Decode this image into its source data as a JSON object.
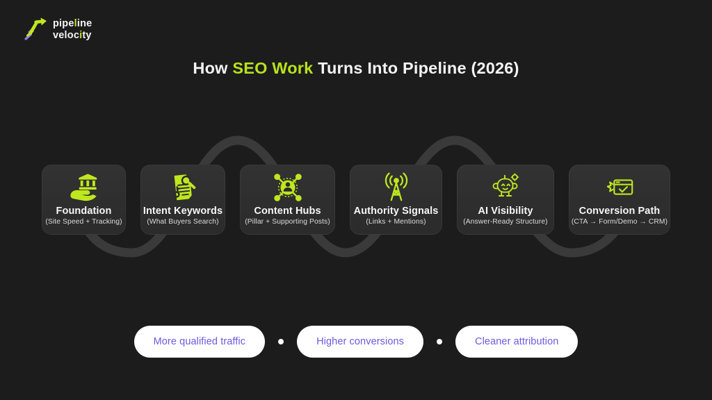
{
  "theme": {
    "background": "#1c1c1c",
    "card_background": "#2d2d2d",
    "accent_lime": "#bfe71f",
    "accent_purple": "#6a5ae0",
    "logo_stripe_purple": "#8b7cf0",
    "wave_gray": "#3a3a3a",
    "text_white": "#f4f4f4"
  },
  "logo": {
    "icon": "pipeline-velocity-arrow-icon",
    "line1_pre": "pipe",
    "line1_green": "l",
    "line1_post": "ine",
    "line2_pre": "veloc",
    "line2_green": "i",
    "line2_post": "ty"
  },
  "title": {
    "pre": "How ",
    "highlight": "SEO Work",
    "post": " Turns Into Pipeline (2026)"
  },
  "cards": [
    {
      "title": "Foundation",
      "subtitle": "(Site Speed + Tracking)",
      "icon": "bank-on-hand-icon"
    },
    {
      "title": "Intent Keywords",
      "subtitle": "(What Buyers Search)",
      "icon": "keyword-research-icon"
    },
    {
      "title": "Content Hubs",
      "subtitle": "(Pillar + Supporting Posts)",
      "icon": "hub-network-icon"
    },
    {
      "title": "Authority Signals",
      "subtitle": "(Links + Mentions)",
      "icon": "broadcast-tower-icon"
    },
    {
      "title": "AI Visibility",
      "subtitle": "(Answer-Ready Structure)",
      "icon": "robot-icon"
    },
    {
      "title": "Conversion Path",
      "subtitle": "(CTA → Form/Demo → CRM)",
      "icon": "conversion-window-icon"
    }
  ],
  "outcomes": [
    {
      "label": "More qualified traffic"
    },
    {
      "label": "Higher conversions"
    },
    {
      "label": "Cleaner attribution"
    }
  ]
}
